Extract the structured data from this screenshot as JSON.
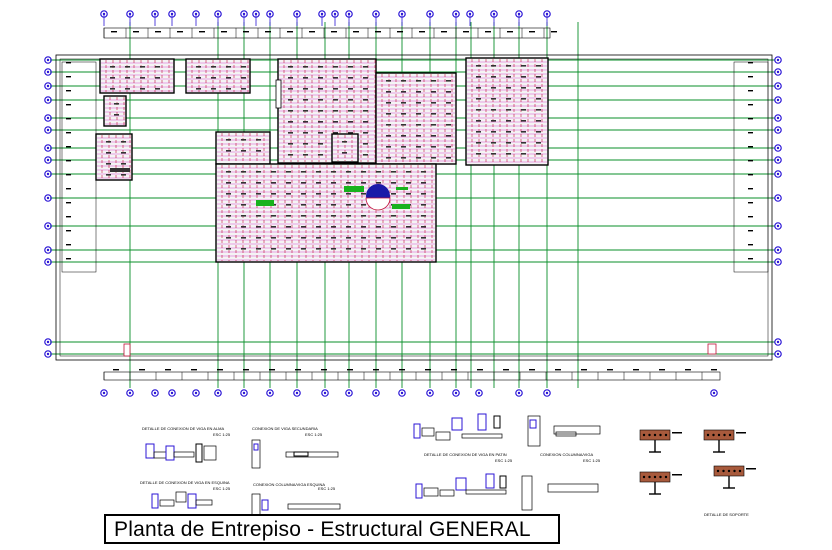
{
  "drawing_title": "Planta de Entrepiso - Estructural GENERAL",
  "colors": {
    "grid_line": "#0a8f2a",
    "axis_marker": "#2b16d6",
    "beam_red": "#c2123a",
    "beam_magenta": "#d94fd0",
    "accent_green": "#18b21e",
    "circle_blue": "#1a1aa8"
  },
  "details": {
    "d1": "DETALLE DE CONEXION DE VIGA EN ALMA",
    "d1_scale": "ESC 1:25",
    "d2": "CONEXION DE VIGA SECUNDARIA",
    "d2_scale": "ESC 1:25",
    "d3": "DETALLE DE CONEXION DE VIGA EN ESQUINA",
    "d3_scale": "ESC 1:25",
    "d4": "CONEXION COLUMNA/VIGA ESQUINA",
    "d4_scale": "ESC 1:25",
    "d5": "DETALLE DE CONEXION DE VIGA EN PATIN",
    "d5_scale": "ESC 1:25",
    "d6": "CONEXION COLUMNA/VIGA",
    "d6_scale": "ESC 1:25",
    "d7": "DETALLE DE SOPORTE"
  }
}
